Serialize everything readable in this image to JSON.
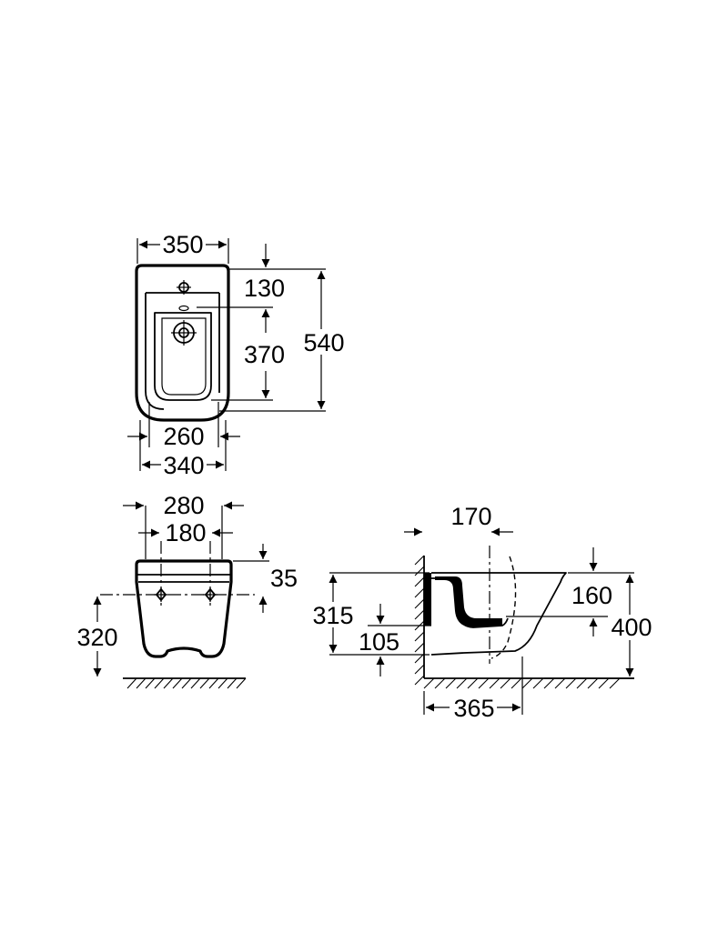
{
  "dimensions": {
    "top_view": {
      "overall_width": "350",
      "tap_hole_offset": "130",
      "bowl_length": "370",
      "overall_length": "540",
      "fixing_spacing": "260",
      "bowl_width": "340"
    },
    "front_view": {
      "width_280": "280",
      "width_180": "180",
      "height_35": "35",
      "height_320": "320"
    },
    "side_view": {
      "depth_170": "170",
      "height_160": "160",
      "height_315": "315",
      "height_105": "105",
      "height_400": "400",
      "depth_365": "365"
    }
  }
}
